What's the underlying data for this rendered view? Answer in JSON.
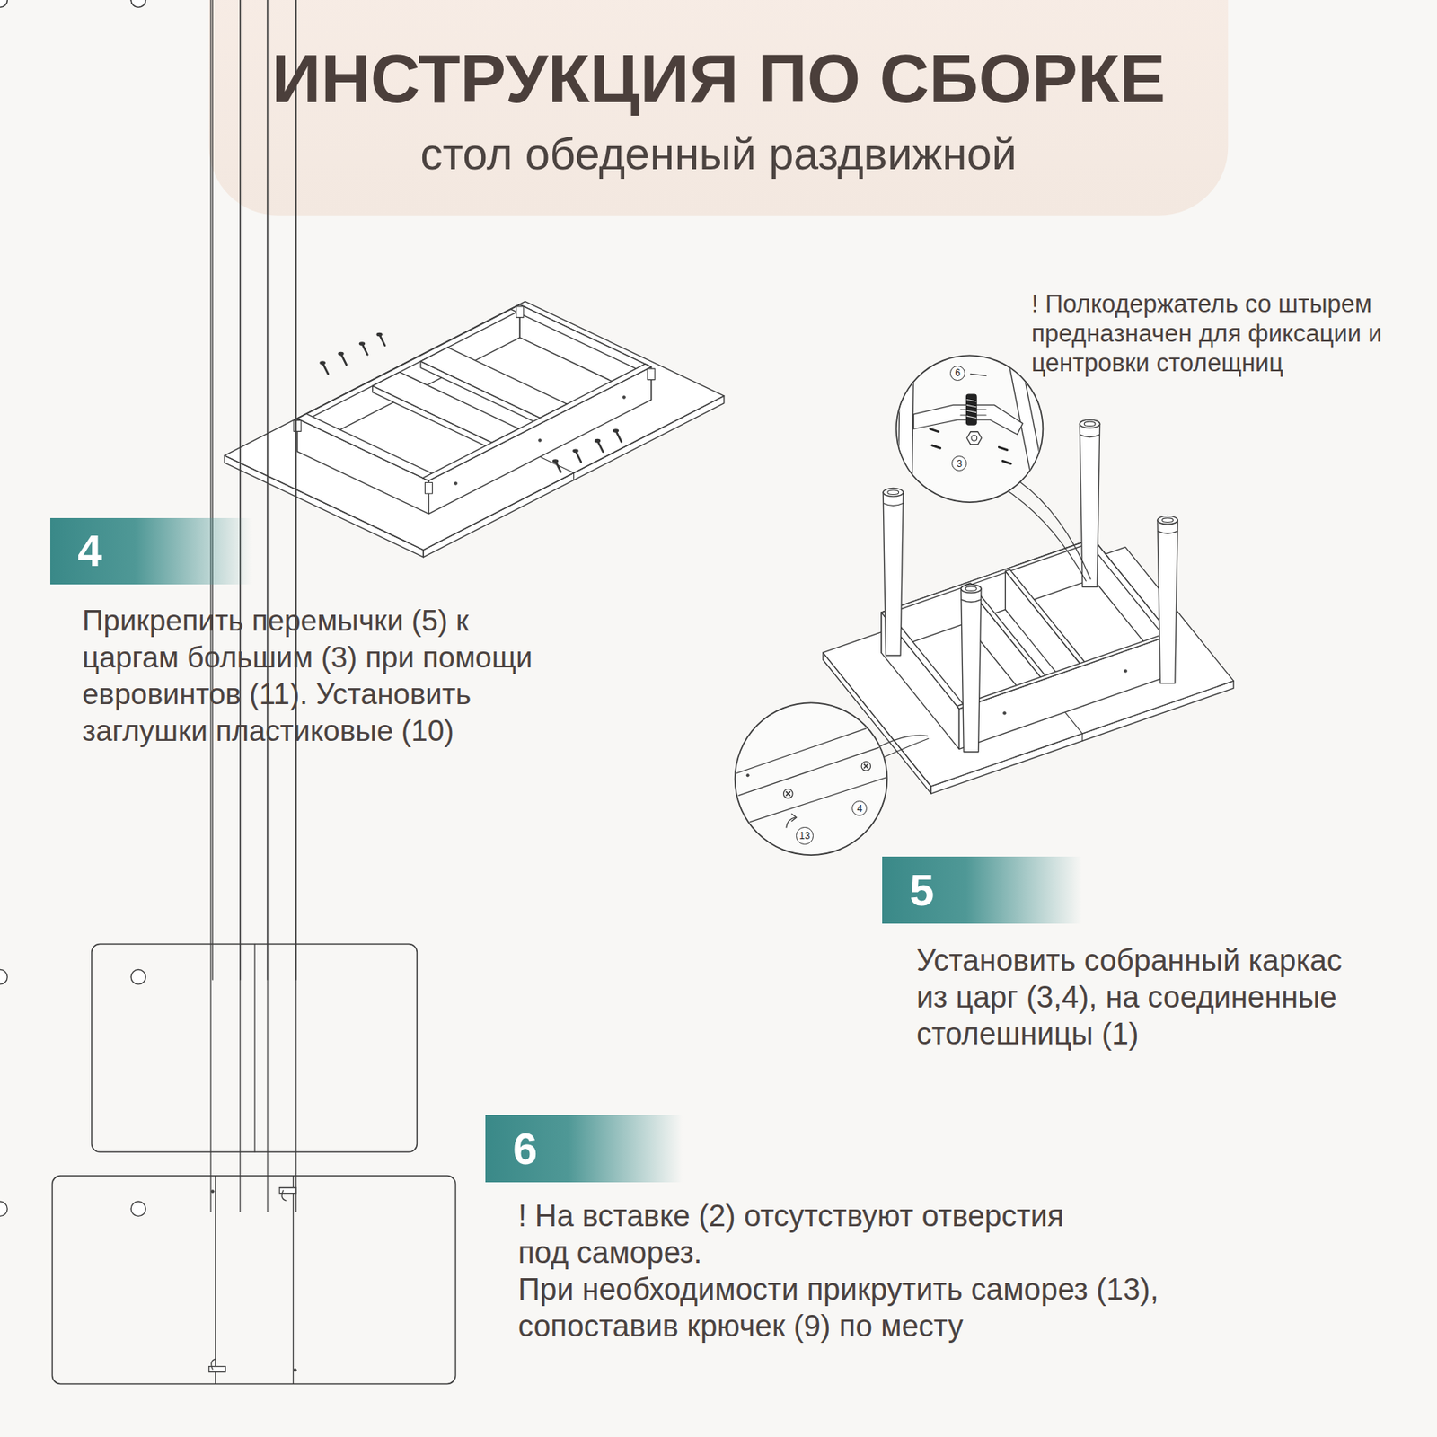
{
  "diagram": {
    "title": "ИНСТРУКЦИЯ ПО СБОРКЕ",
    "nodes": [
      {
        "text": [
          "6"
        ]
      },
      {
        "text": [
          "3"
        ]
      },
      {
        "text": [
          "4"
        ]
      },
      {
        "text": [
          "4"
        ]
      },
      {
        "text": [
          "13"
        ]
      },
      {
        "text": [
          "5"
        ]
      },
      {
        "text": [
          "6"
        ]
      }
    ],
    "labels": [
      "стол обеденный раздвижной",
      "! Полкодержатель со штырем предназначен для фиксации и центровки столещниц",
      "Прикрепить перемычки (5) к царгам большим (3) при помощи евровинтов (11). Установить заглушки пластиковые (10)",
      "Установить собранный каркас из царг (3,4), на соединенные столешницы (1)",
      "! На вставке (2) отсутствуют отверстия под саморез.",
      "При необходимости прикрутить саморез (13), сопоставив крючек (9) по месту"
    ]
  }
}
